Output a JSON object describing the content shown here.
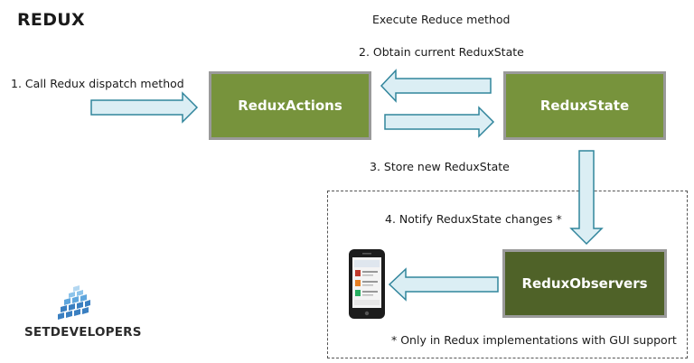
{
  "title": "REDUX",
  "labels": {
    "execute_reduce": "Execute Reduce method",
    "obtain_state": "2. Obtain current ReduxState",
    "call_dispatch": "1. Call Redux dispatch method",
    "store_state": "3. Store new ReduxState",
    "notify_changes": "4. Notify ReduxState changes *",
    "footnote": "* Only in Redux implementations with GUI support"
  },
  "boxes": {
    "actions": "ReduxActions",
    "state": "ReduxState",
    "observers": "ReduxObservers"
  },
  "logo": {
    "text": "SETDEVELOPERS"
  },
  "colors": {
    "box_green": "#77933c",
    "box_dark": "#4f6228",
    "arrow_fill": "#dbeef4",
    "arrow_stroke": "#31859c"
  },
  "icons": [
    "phone-icon",
    "setdevelopers-logo-icon"
  ]
}
